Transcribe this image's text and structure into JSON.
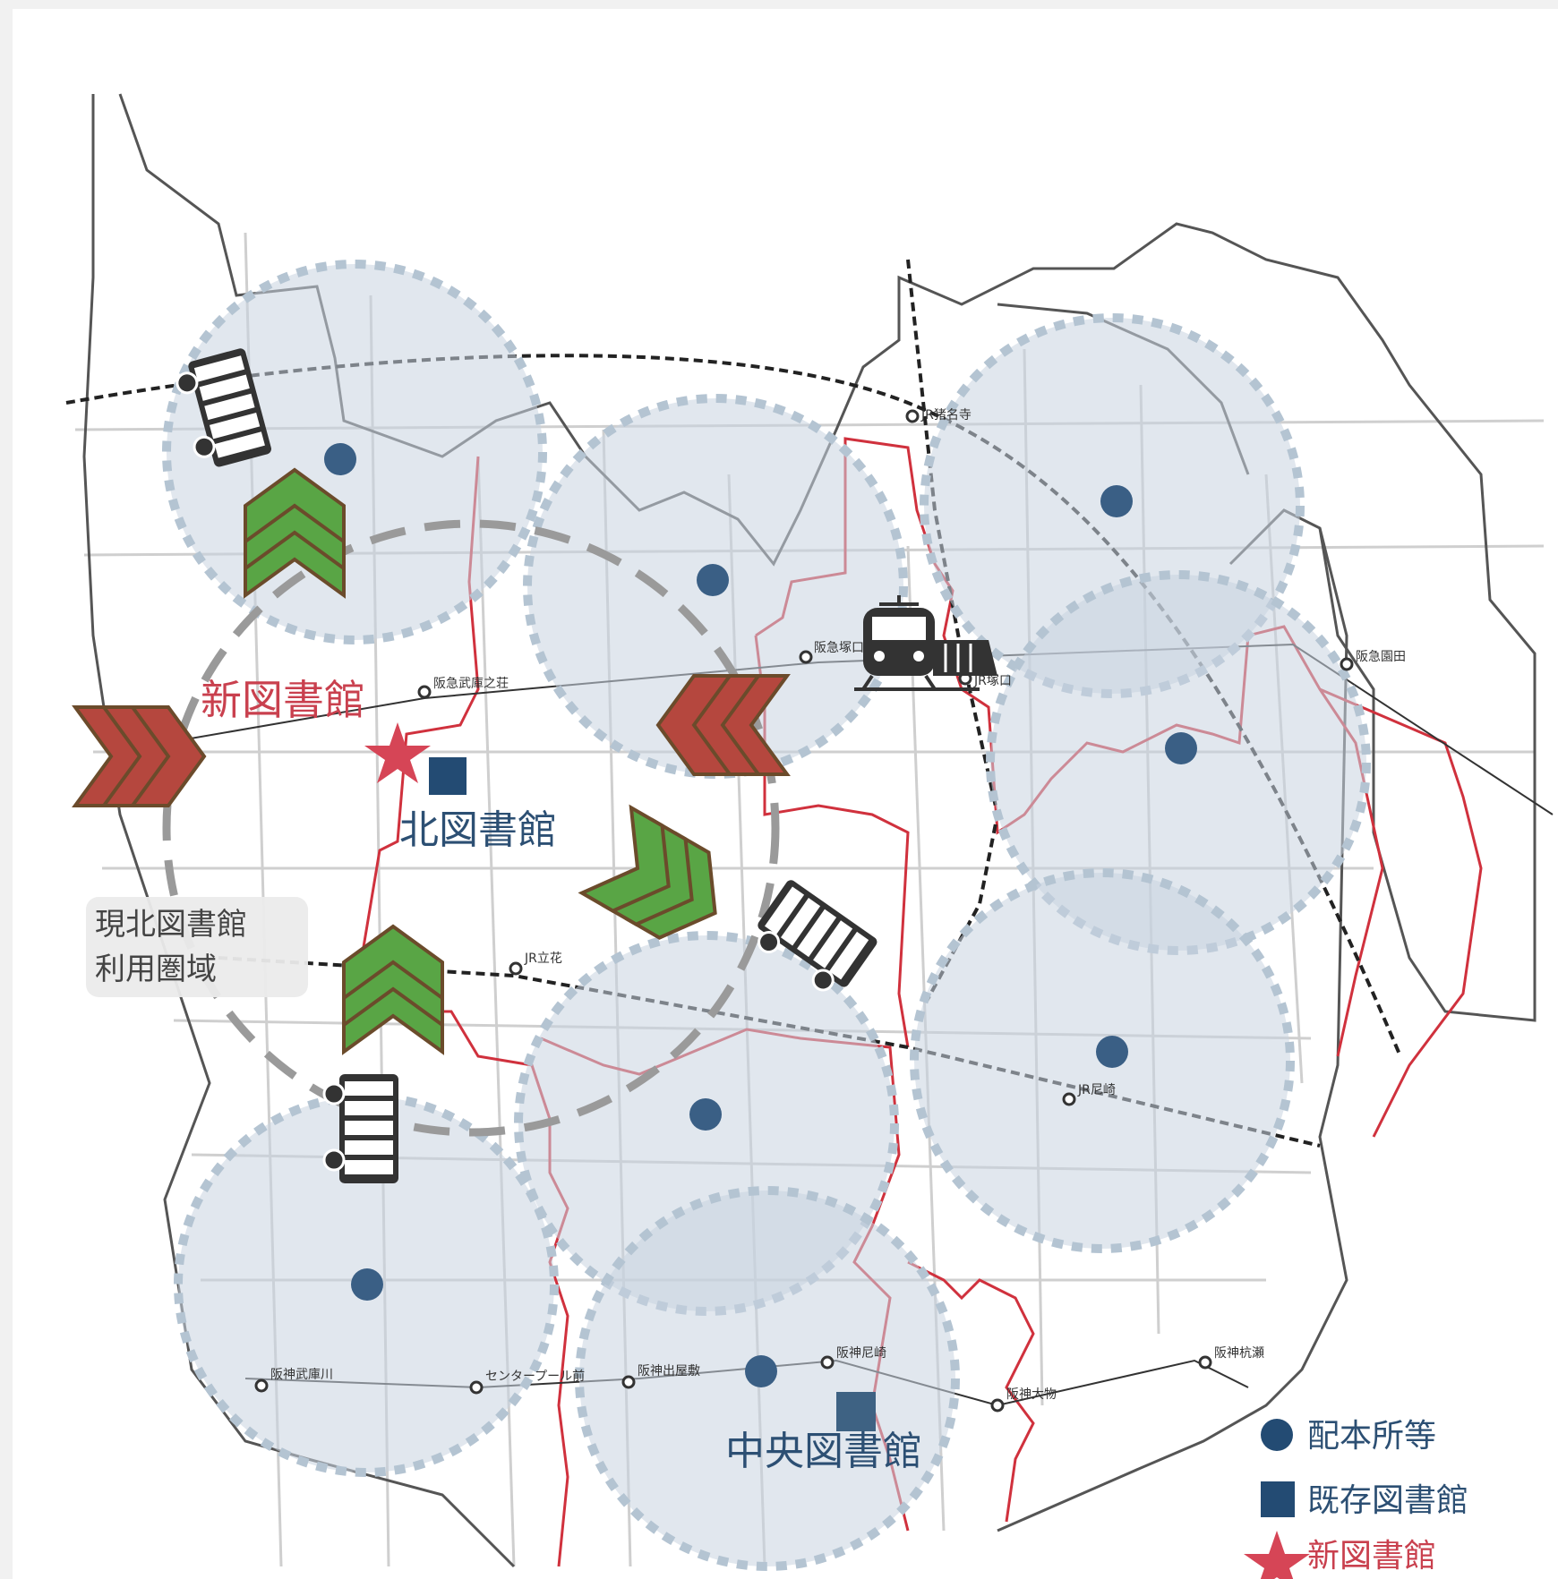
{
  "labels": {
    "new_library": "新図書館",
    "north_library": "北図書館",
    "central_library": "中央図書館",
    "current_area_line1": "現北図書館",
    "current_area_line2": "利用圏域"
  },
  "stations": [
    {
      "name": "JR猪名寺"
    },
    {
      "name": "阪急塚口"
    },
    {
      "name": "JR塚口"
    },
    {
      "name": "阪急園田"
    },
    {
      "name": "阪急武庫之荘"
    },
    {
      "name": "JR立花"
    },
    {
      "name": "JR尼崎"
    },
    {
      "name": "阪神武庫川"
    },
    {
      "name": "センタープール前"
    },
    {
      "name": "阪神出屋敷"
    },
    {
      "name": "阪神尼崎"
    },
    {
      "name": "阪神大物"
    },
    {
      "name": "阪神杭瀬"
    }
  ],
  "legend": {
    "items": [
      {
        "label": "配本所等",
        "symbol": "circle",
        "color": "#234b73"
      },
      {
        "label": "既存図書館",
        "symbol": "square",
        "color": "#234b73"
      },
      {
        "label": "新図書館",
        "symbol": "star",
        "color": "#d64556"
      }
    ]
  },
  "colors": {
    "service_circle_fill": "#c8d4e0",
    "service_circle_stroke": "#b4c4d2",
    "district_boundary": "#d0313d",
    "dot": "#3a5f85",
    "arrow_green": "#5aa646",
    "arrow_red": "#b5473e",
    "new_library_star": "#d64556"
  },
  "icons": [
    "bus-icon",
    "train-icon",
    "green-arrow-icon",
    "red-arrow-icon"
  ]
}
